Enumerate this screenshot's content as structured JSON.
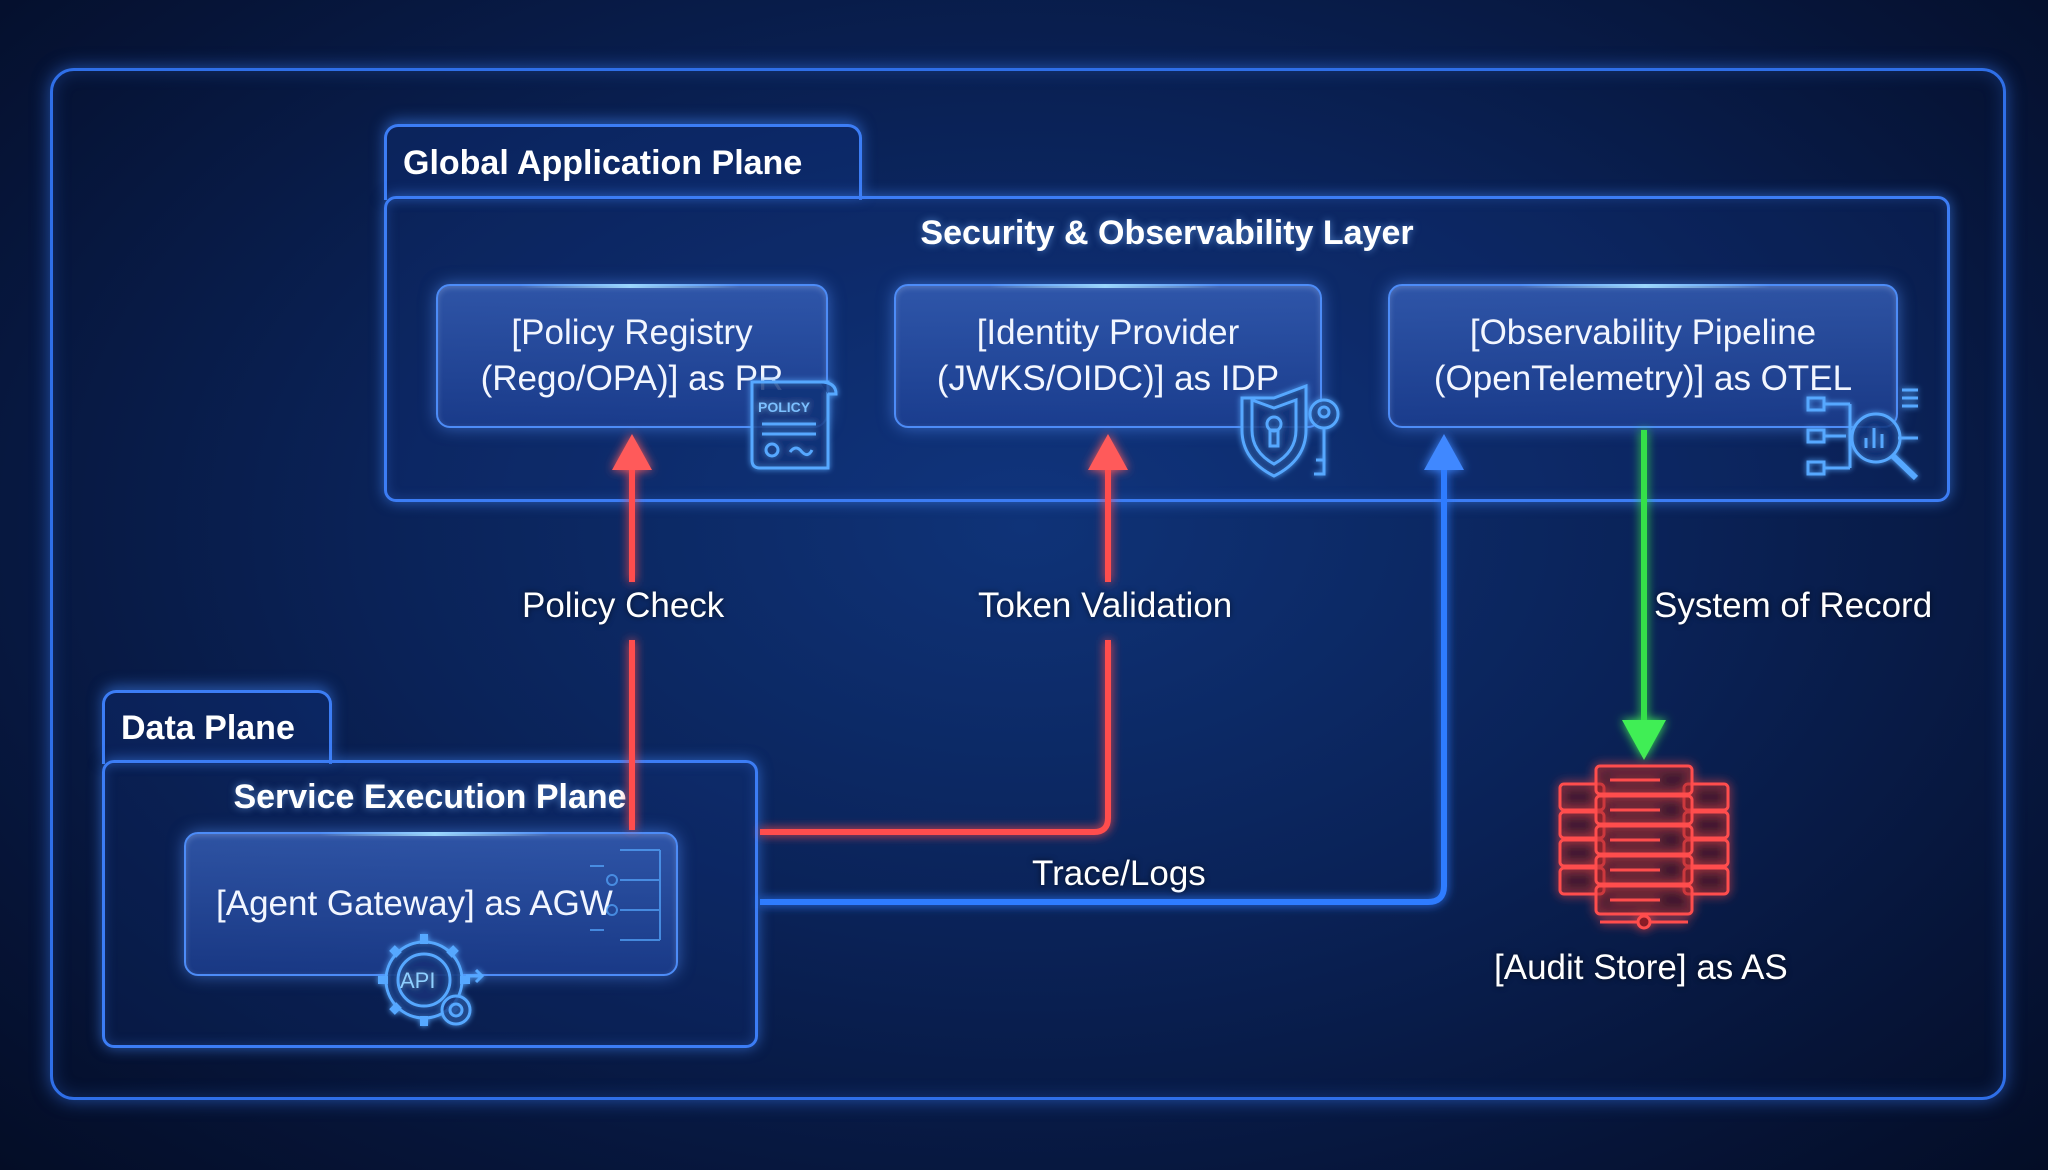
{
  "global_plane": {
    "tab_label": "Global Application Plane",
    "layer_title": "Security & Observability Layer",
    "nodes": [
      {
        "id": "PR",
        "line1": "[Policy Registry",
        "line2": "(Rego/OPA)] as PR",
        "icon": "policy-document-icon",
        "icon_text": "POLICY"
      },
      {
        "id": "IDP",
        "line1": "[Identity Provider",
        "line2": "(JWKS/OIDC)] as IDP",
        "icon": "shield-key-icon"
      },
      {
        "id": "OTEL",
        "line1": "[Observability Pipeline",
        "line2": "(OpenTelemetry)] as OTEL",
        "icon": "telemetry-magnifier-icon"
      }
    ]
  },
  "data_plane": {
    "tab_label": "Data Plane",
    "section_title": "Service Execution Plane",
    "node": {
      "id": "AGW",
      "label": "[Agent Gateway] as AGW",
      "icon": "api-gear-icon",
      "icon_text": "API"
    }
  },
  "audit_store": {
    "id": "AS",
    "label": "[Audit Store] as AS",
    "icon": "server-stack-icon"
  },
  "edges": [
    {
      "from": "AGW",
      "to": "PR",
      "label": "Policy Check",
      "color": "#ff4a4a"
    },
    {
      "from": "AGW",
      "to": "IDP",
      "label": "Token Validation",
      "color": "#ff4a4a"
    },
    {
      "from": "AGW",
      "to": "OTEL",
      "label": "Trace/Logs",
      "color": "#2f7bff"
    },
    {
      "from": "OTEL",
      "to": "AS",
      "label": "System of Record",
      "color": "#33e24a"
    }
  ]
}
